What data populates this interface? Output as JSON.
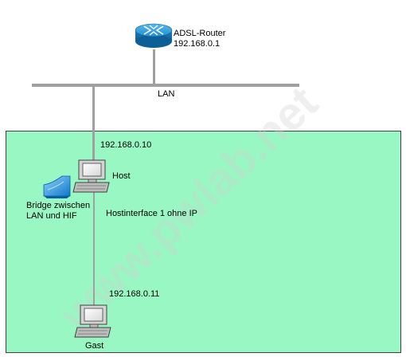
{
  "watermark": "www.pwlab.net",
  "router": {
    "name": "ADSL-Router",
    "ip": "192.168.0.1"
  },
  "lan": {
    "label": "LAN"
  },
  "host": {
    "ip": "192.168.0.10",
    "name": "Host"
  },
  "bridge": {
    "label_line1": "Bridge zwischen",
    "label_line2": "LAN und HIF"
  },
  "hostinterface": {
    "label": "Hostinterface 1 ohne IP"
  },
  "guest": {
    "ip": "192.168.0.11",
    "name": "Gast"
  },
  "colors": {
    "zone_fill": "#99f7c4",
    "zone_border": "#404040",
    "line": "#a0a0a0",
    "router_blue": "#1f8fd0",
    "bridge_blue": "#1a8fe0",
    "watermark": "#cfcfcf"
  }
}
